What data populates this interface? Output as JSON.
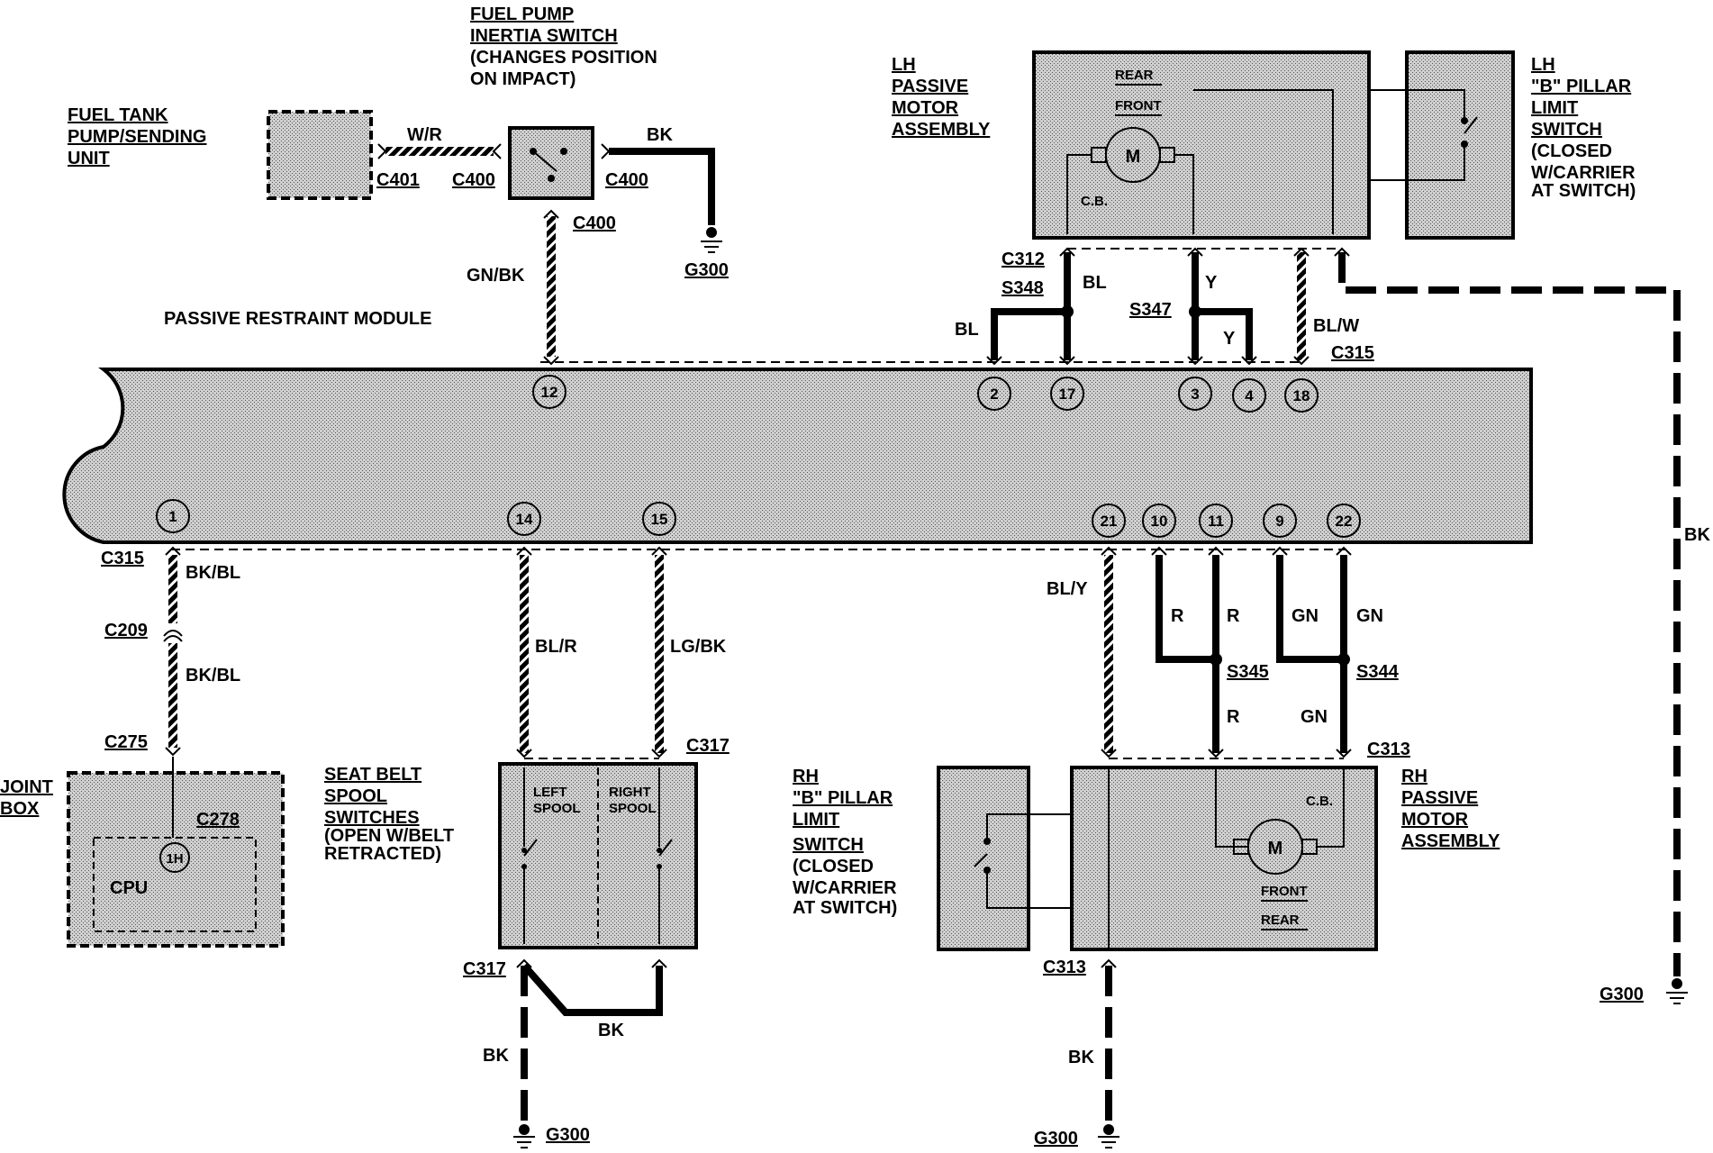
{
  "components": {
    "fuel_tank": [
      "FUEL TANK",
      "PUMP/SENDING",
      "UNIT"
    ],
    "inertia_switch": [
      "FUEL PUMP",
      "INERTIA SWITCH",
      "(CHANGES POSITION",
      "ON IMPACT)"
    ],
    "module": "PASSIVE RESTRAINT MODULE",
    "lh_motor": [
      "LH",
      "PASSIVE",
      "MOTOR",
      "ASSEMBLY"
    ],
    "lh_motor_inner": {
      "rear": "REAR",
      "front": "FRONT",
      "motor": "M",
      "cb": "C.B."
    },
    "lh_pillar": [
      "LH",
      "\"B\" PILLAR",
      "LIMIT",
      "SWITCH",
      "(CLOSED",
      "W/CARRIER",
      "AT SWITCH)"
    ],
    "joint_box": [
      "JOINT",
      "BOX"
    ],
    "joint_inner": {
      "cpu": "CPU",
      "pin": "1H",
      "conn": "C278"
    },
    "seat_belt": [
      "SEAT BELT",
      "SPOOL",
      "SWITCHES",
      "(OPEN W/BELT",
      "RETRACTED)"
    ],
    "seat_inner": {
      "left": [
        "LEFT",
        "SPOOL"
      ],
      "right": [
        "RIGHT",
        "SPOOL"
      ]
    },
    "rh_pillar": [
      "RH",
      "\"B\" PILLAR",
      "LIMIT",
      "SWITCH",
      "(CLOSED",
      "W/CARRIER",
      "AT SWITCH)"
    ],
    "rh_motor": [
      "RH",
      "PASSIVE",
      "MOTOR",
      "ASSEMBLY"
    ],
    "rh_motor_inner": {
      "rear": "REAR",
      "front": "FRONT",
      "motor": "M",
      "cb": "C.B."
    }
  },
  "connectors": {
    "c401": "C401",
    "c400a": "C400",
    "c400b": "C400",
    "c400c": "C400",
    "c312": "C312",
    "s348": "S348",
    "s347": "S347",
    "c315_top": "C315",
    "c315_left": "C315",
    "c209": "C209",
    "c275": "C275",
    "c317_top": "C317",
    "c317_bot": "C317",
    "s345": "S345",
    "s344": "S344",
    "c313_top": "C313",
    "c313_bot": "C313",
    "g300_top": "G300",
    "g300_seat": "G300",
    "g300_rh": "G300",
    "g300_right": "G300"
  },
  "wires": {
    "wr": "W/R",
    "bk_top": "BK",
    "gnbk": "GN/BK",
    "bl_left": "BL",
    "bl_right": "BL",
    "y_top": "Y",
    "y_lower": "Y",
    "blw": "BL/W",
    "bk_right": "BK",
    "bkbl_1": "BK/BL",
    "bkbl_2": "BK/BL",
    "blr": "BL/R",
    "lgbk": "LG/BK",
    "bk_seat_h": "BK",
    "bk_seat_v": "BK",
    "bly": "BL/Y",
    "r1": "R",
    "r2": "R",
    "r3": "R",
    "gn1": "GN",
    "gn2": "GN",
    "gn3": "GN",
    "bk_rh": "BK"
  },
  "pins": {
    "p12": "12",
    "p2": "2",
    "p17": "17",
    "p3": "3",
    "p4": "4",
    "p18": "18",
    "p1": "1",
    "p14": "14",
    "p15": "15",
    "p21": "21",
    "p10": "10",
    "p11": "11",
    "p9": "9",
    "p22": "22"
  }
}
